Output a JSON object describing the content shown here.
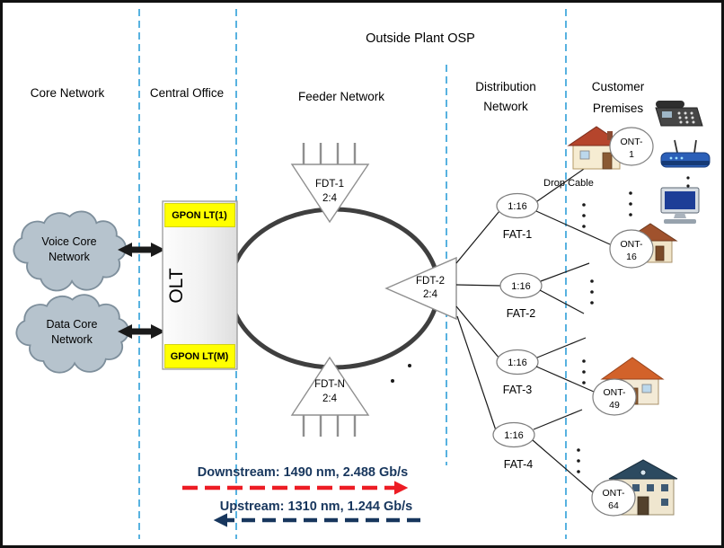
{
  "title": "Outside Plant OSP",
  "sections": {
    "core": "Core Network",
    "central_office": "Central Office",
    "feeder": "Feeder Network",
    "distribution_line1": "Distribution",
    "distribution_line2": "Network",
    "customer_line1": "Customer",
    "customer_line2": "Premises"
  },
  "clouds": {
    "voice": {
      "line1": "Voice Core",
      "line2": "Network"
    },
    "data": {
      "line1": "Data Core",
      "line2": "Network"
    }
  },
  "olt": {
    "label": "OLT",
    "lt_top": "GPON LT(1)",
    "lt_bottom": "GPON LT(M)"
  },
  "fdt": {
    "fdt1": {
      "name": "FDT-1",
      "ratio": "2:4"
    },
    "fdt2": {
      "name": "FDT-2",
      "ratio": "2:4"
    },
    "fdtn": {
      "name": "FDT-N",
      "ratio": "2:4"
    }
  },
  "fats": {
    "fat1": {
      "split": "1:16",
      "label": "FAT-1"
    },
    "fat2": {
      "split": "1:16",
      "label": "FAT-2"
    },
    "fat3": {
      "split": "1:16",
      "label": "FAT-3"
    },
    "fat4": {
      "split": "1:16",
      "label": "FAT-4"
    }
  },
  "onts": {
    "ont1": {
      "line1": "ONT-",
      "line2": "1"
    },
    "ont16": {
      "line1": "ONT-",
      "line2": "16"
    },
    "ont49": {
      "line1": "ONT-",
      "line2": "49"
    },
    "ont64": {
      "line1": "ONT-",
      "line2": "64"
    }
  },
  "drop_cable_label": "Drop Cable",
  "legend": {
    "downstream": "Downstream: 1490 nm, 2.488 Gb/s",
    "upstream": "Upstream: 1310 nm, 1.244 Gb/s"
  },
  "colors": {
    "section_divider": "#2f9fd8",
    "downstream_arrow": "#ed1c24",
    "upstream_arrow": "#17365d",
    "legend_text": "#17365d",
    "gpon_lt_bg": "#ffff00",
    "cloud_fill": "#b6c3cd",
    "ring_stroke": "#3f3f3f"
  }
}
